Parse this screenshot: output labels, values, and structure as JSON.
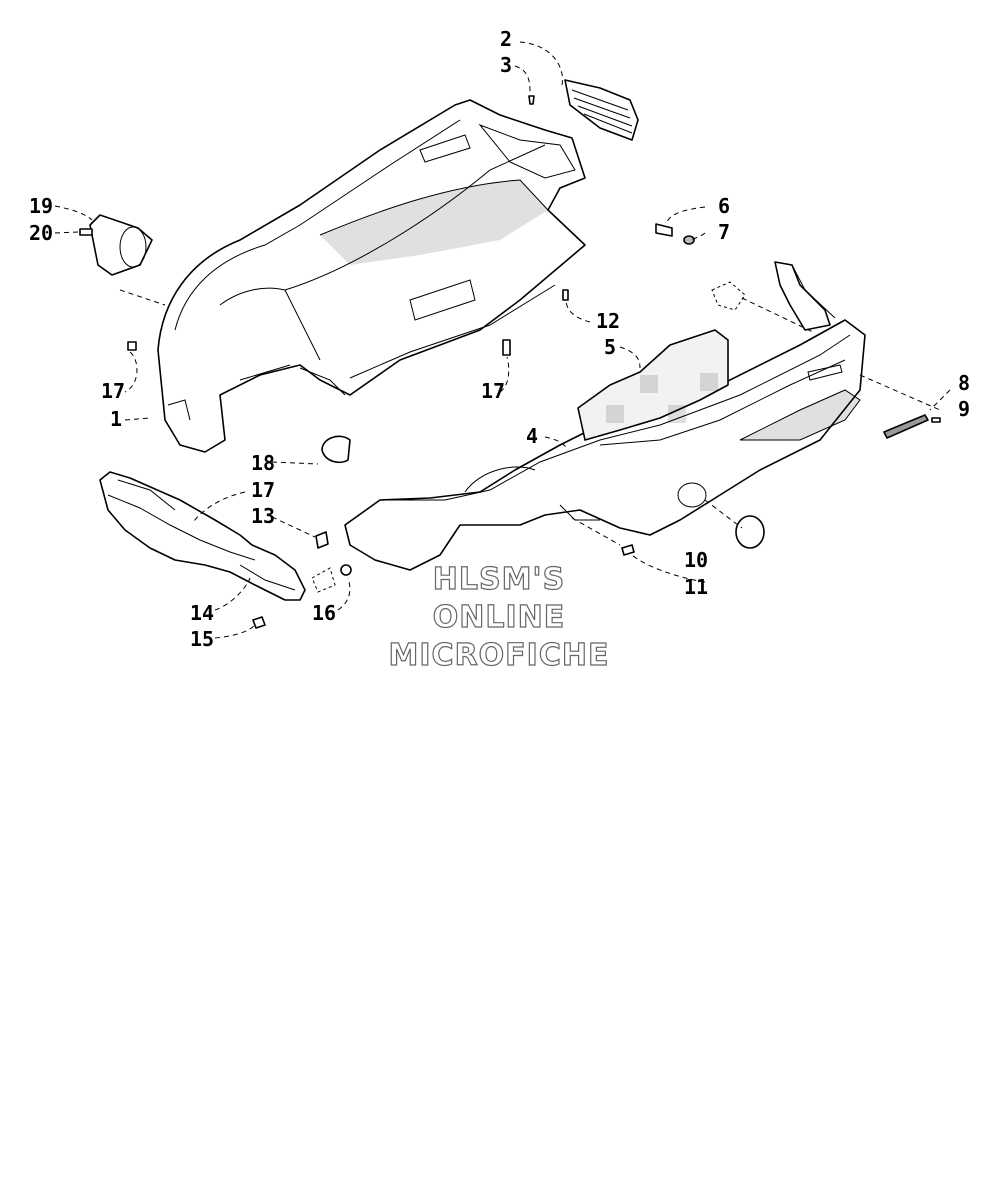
{
  "watermark": {
    "line1": "HLSM'S",
    "line2": "ONLINE",
    "line3": "MICROFICHE",
    "color": "#666666"
  },
  "callouts": {
    "c2": "2",
    "c3": "3",
    "c19": "19",
    "c20": "20",
    "c6": "6",
    "c7": "7",
    "c12": "12",
    "c5": "5",
    "c17a": "17",
    "c17b": "17",
    "c1": "1",
    "c8": "8",
    "c9": "9",
    "c4": "4",
    "c18": "18",
    "c17c": "17",
    "c13": "13",
    "c10": "10",
    "c11": "11",
    "c14": "14",
    "c16": "16",
    "c15": "15"
  }
}
